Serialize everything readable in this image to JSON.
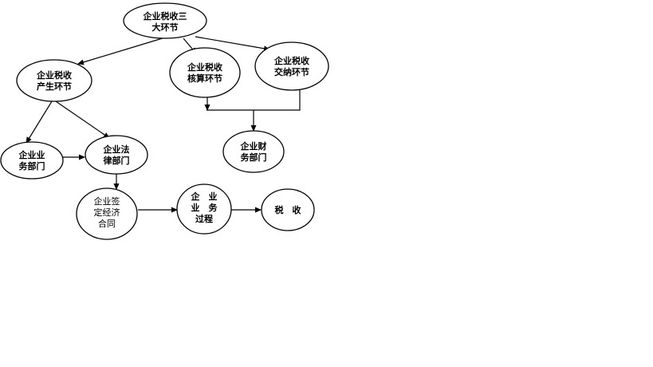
{
  "nodes": {
    "three_stages": {
      "lines": [
        "企业税收三",
        "大环节"
      ],
      "bold": true
    },
    "tax_generation": {
      "lines": [
        "企业税收",
        "产生环节"
      ],
      "bold": true
    },
    "tax_accounting": {
      "lines": [
        "企业税收",
        "核算环节"
      ],
      "bold": true
    },
    "tax_payment": {
      "lines": [
        "企业税收",
        "交纳环节"
      ],
      "bold": true
    },
    "business_dept": {
      "lines": [
        "企业业",
        "务部门"
      ],
      "bold": true
    },
    "legal_dept": {
      "lines": [
        "企业法",
        "律部门"
      ],
      "bold": true
    },
    "finance_dept": {
      "lines": [
        "企业财",
        "务部门"
      ],
      "bold": true
    },
    "contract": {
      "lines": [
        "企业签",
        "定经济",
        "合同"
      ],
      "bold": false
    },
    "business_process": {
      "lines": [
        "企　业",
        "业　务",
        "过程"
      ],
      "bold": true
    },
    "tax_revenue": {
      "lines": [
        "税　收"
      ],
      "bold": true
    }
  }
}
